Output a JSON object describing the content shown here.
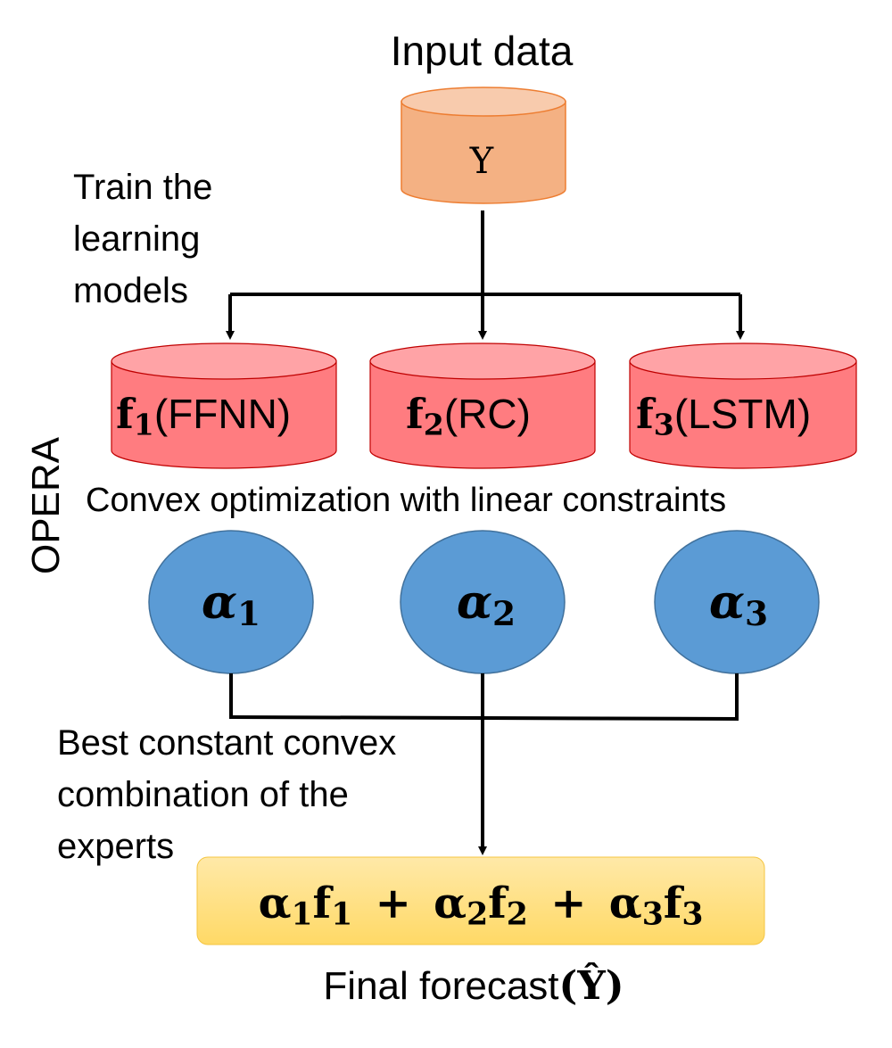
{
  "input": {
    "title": "Input data",
    "db_label": "Y"
  },
  "train_label_lines": [
    "Train the",
    "learning",
    "models"
  ],
  "side_label": "OPERA",
  "experts": [
    {
      "symbol": "f",
      "index": "1",
      "name": "(FFNN)"
    },
    {
      "symbol": "f",
      "index": "2",
      "name": "(RC)"
    },
    {
      "symbol": "f",
      "index": "3",
      "name": "(LSTM)"
    }
  ],
  "optimization_label": "Convex optimization with linear constraints",
  "weights": [
    {
      "symbol": "α",
      "index": "1"
    },
    {
      "symbol": "α",
      "index": "2"
    },
    {
      "symbol": "α",
      "index": "3"
    }
  ],
  "combo_label_lines": [
    "Best constant convex",
    "combination of the",
    "experts"
  ],
  "formula": {
    "terms": [
      {
        "w": "α",
        "wi": "1",
        "f": "f",
        "fi": "1"
      },
      {
        "w": "α",
        "wi": "2",
        "f": "f",
        "fi": "2"
      },
      {
        "w": "α",
        "wi": "3",
        "f": "f",
        "fi": "3"
      }
    ],
    "plus": "+"
  },
  "final": {
    "text": "Final forecast",
    "symbol": "(Ŷ)"
  },
  "colors": {
    "input_db_fill": "#F4B183",
    "input_db_top": "#F8CBAD",
    "expert_db_fill": "#FF7C80",
    "expert_db_top": "#FFA3A6",
    "weight_circle": "#5B9BD5",
    "formula_box": "#FFD966",
    "formula_box_light": "#FFE9A8"
  }
}
